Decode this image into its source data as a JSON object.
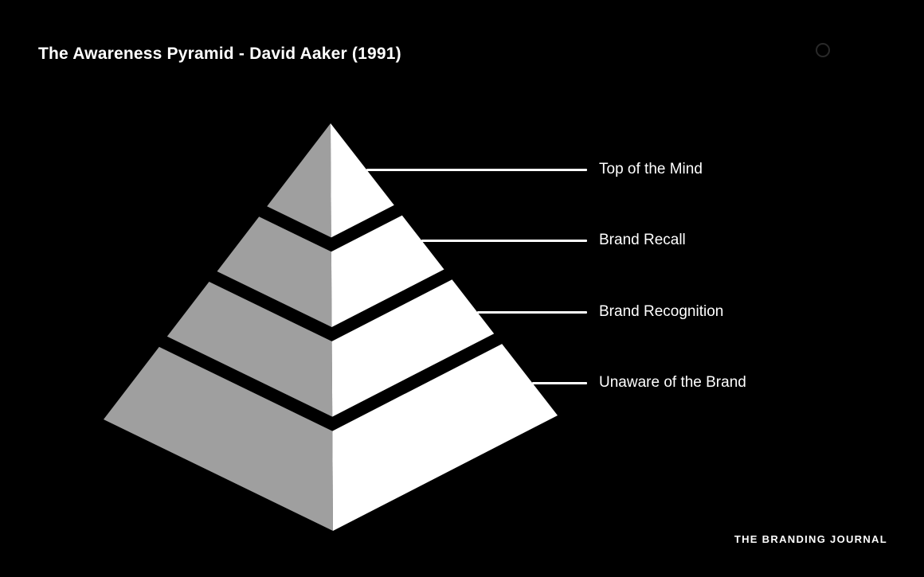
{
  "title": "The Awareness Pyramid - David Aaker (1991)",
  "pyramid": {
    "description": "Four-tier 3D pyramid, lowest awareness at bottom",
    "levels": [
      {
        "rank": 1,
        "label": "Top of the Mind"
      },
      {
        "rank": 2,
        "label": "Brand Recall"
      },
      {
        "rank": 3,
        "label": "Brand Recognition"
      },
      {
        "rank": 4,
        "label": "Unaware of the Brand"
      }
    ]
  },
  "footer": {
    "logo": "THE BRANDING JOURNAL"
  },
  "colors": {
    "background": "#000000",
    "left_face": "#9f9f9f",
    "right_face": "#ffffff",
    "text": "#ffffff",
    "connector": "#ffffff"
  }
}
